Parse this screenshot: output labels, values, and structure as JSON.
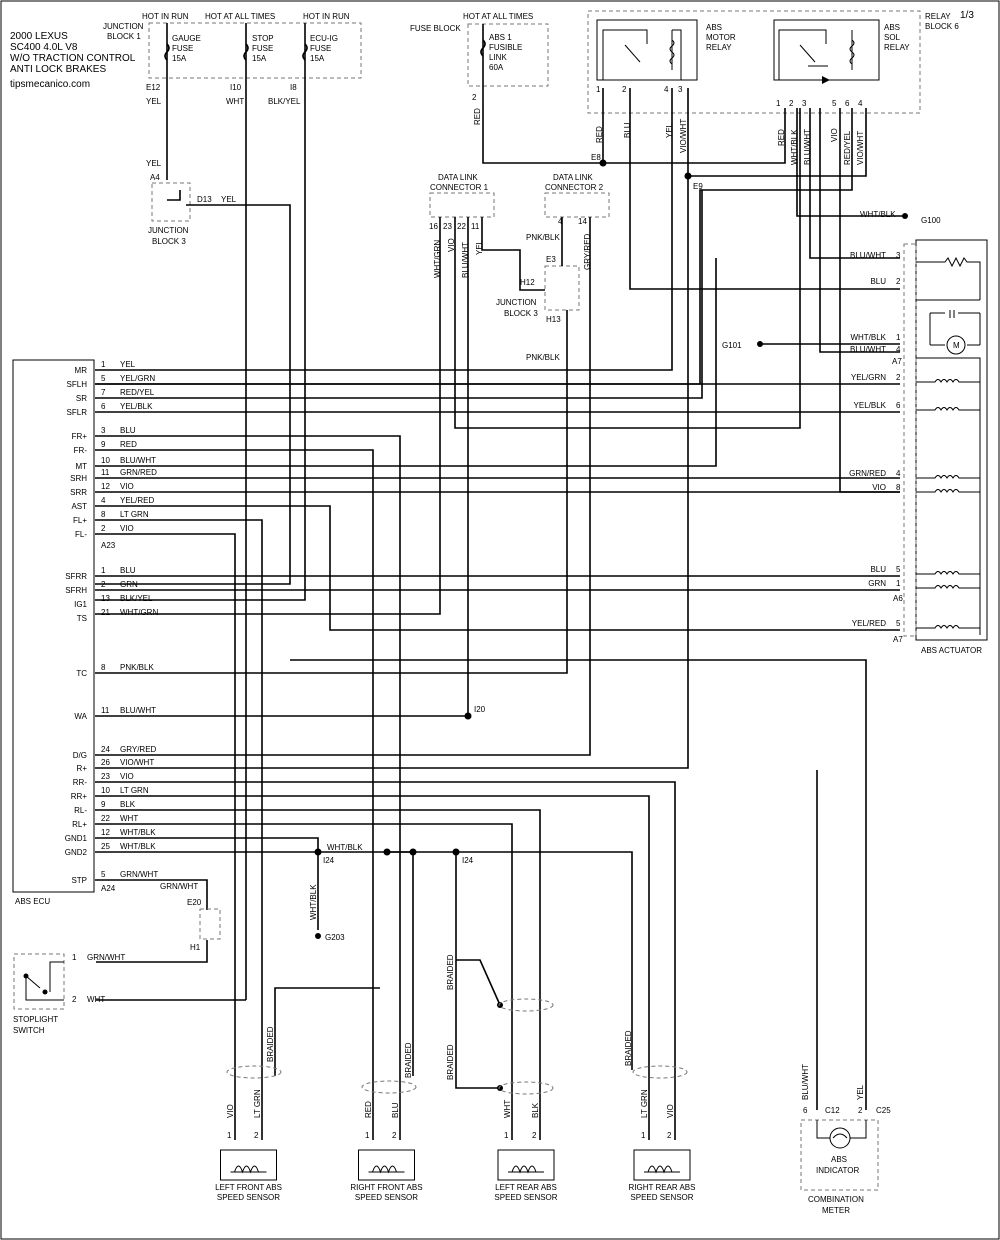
{
  "header": {
    "lines": [
      "2000 LEXUS",
      "SC400  4.0L  V8",
      "W/O  TRACTION CONTROL",
      "ANTI LOCK BRAKES",
      "tipsmecanico.com"
    ],
    "page": "1/3"
  },
  "top": {
    "jb1": [
      "JUNCTION",
      "BLOCK 1"
    ],
    "hot_run": "HOT IN RUN",
    "hot_all": "HOT AT ALL TIMES",
    "gauge_fuse": [
      "GAUGE",
      "FUSE",
      "15A"
    ],
    "stop_fuse": [
      "STOP",
      "FUSE",
      "15A"
    ],
    "ecuig_fuse": [
      "ECU-IG",
      "FUSE",
      "15A"
    ],
    "fuse_block": "FUSE BLOCK",
    "abs1_fuse": [
      "ABS 1",
      "FUSIBLE",
      "LINK",
      "60A"
    ],
    "relay_block": [
      "RELAY",
      "BLOCK 6"
    ],
    "motor_relay": [
      "ABS",
      "MOTOR",
      "RELAY"
    ],
    "sol_relay": [
      "ABS",
      "SOL",
      "RELAY"
    ],
    "motor_pins": [
      "1",
      "2",
      "4",
      "3"
    ],
    "sol_pins": [
      "1",
      "2",
      "3",
      "5",
      "6",
      "4"
    ],
    "e12": "E12",
    "i10": "I10",
    "i8": "I8",
    "yel": "YEL",
    "wht": "WHT",
    "blkyel": "BLK/YEL",
    "two": "2",
    "red": "RED",
    "e8": "E8",
    "e9": "E9",
    "relay_wires": [
      "RED",
      "BLU",
      "YEL",
      "VIO/WHT",
      "RED",
      "WHT/BLK",
      "BLU/WHT",
      "VIO",
      "RED/YEL",
      "VIO/WHT"
    ],
    "g100": "G100",
    "wht_blk": "WHT/BLK",
    "a4": "A4",
    "d13": "D13",
    "jb3": [
      "JUNCTION",
      "BLOCK 3"
    ],
    "dlc1": [
      "DATA LINK",
      "CONNECTOR 1"
    ],
    "dlc1_pins": [
      "16",
      "23",
      "22",
      "11"
    ],
    "dlc1_wires": [
      "WHT/GRN",
      "VIO",
      "BLU/WHT",
      "YEL"
    ],
    "dlc2": [
      "DATA LINK",
      "CONNECTOR 2"
    ],
    "dlc2_pins": [
      "4",
      "14"
    ],
    "pnk_blk": "PNK/BLK",
    "gry_red": "GRY/RED",
    "e3": "E3",
    "h12": "H12",
    "h13": "H13"
  },
  "ecu": {
    "name": "ABS ECU",
    "pins": [
      {
        "t": "MR",
        "n": "1",
        "c": "YEL"
      },
      {
        "t": "SFLH",
        "n": "5",
        "c": "YEL/GRN"
      },
      {
        "t": "SR",
        "n": "7",
        "c": "RED/YEL"
      },
      {
        "t": "SFLR",
        "n": "6",
        "c": "YEL/BLK"
      },
      {
        "t": "FR+",
        "n": "3",
        "c": "BLU"
      },
      {
        "t": "FR-",
        "n": "9",
        "c": "RED"
      },
      {
        "t": "MT",
        "n": "10",
        "c": "BLU/WHT"
      },
      {
        "t": "SRH",
        "n": "11",
        "c": "GRN/RED"
      },
      {
        "t": "SRR",
        "n": "12",
        "c": "VIO"
      },
      {
        "t": "AST",
        "n": "4",
        "c": "YEL/RED"
      },
      {
        "t": "FL+",
        "n": "8",
        "c": "LT GRN"
      },
      {
        "t": "FL-",
        "n": "2",
        "c": "VIO"
      },
      {
        "t": "SFRR",
        "n": "1",
        "c": "BLU"
      },
      {
        "t": "SFRH",
        "n": "2",
        "c": "GRN"
      },
      {
        "t": "IG1",
        "n": "13",
        "c": "BLK/YEL"
      },
      {
        "t": "TS",
        "n": "21",
        "c": "WHT/GRN"
      },
      {
        "t": "TC",
        "n": "8",
        "c": "PNK/BLK"
      },
      {
        "t": "WA",
        "n": "11",
        "c": "BLU/WHT"
      },
      {
        "t": "D/G",
        "n": "24",
        "c": "GRY/RED"
      },
      {
        "t": "R+",
        "n": "26",
        "c": "VIO/WHT"
      },
      {
        "t": "RR-",
        "n": "23",
        "c": "VIO"
      },
      {
        "t": "RR+",
        "n": "10",
        "c": "LT GRN"
      },
      {
        "t": "RL-",
        "n": "9",
        "c": "BLK"
      },
      {
        "t": "RL+",
        "n": "22",
        "c": "WHT"
      },
      {
        "t": "GND1",
        "n": "12",
        "c": "WHT/BLK"
      },
      {
        "t": "GND2",
        "n": "25",
        "c": "WHT/BLK"
      },
      {
        "t": "STP",
        "n": "5",
        "c": "GRN/WHT"
      }
    ],
    "connectors": [
      "A23",
      "A24"
    ]
  },
  "actuator": {
    "name": "ABS ACTUATOR",
    "wires": [
      {
        "c": "BLU/WHT",
        "n": "3"
      },
      {
        "c": "BLU",
        "n": "2"
      },
      {
        "c": "WHT/BLK",
        "n": "1"
      },
      {
        "c": "BLU/WHT",
        "n": "4"
      },
      {
        "c": "YEL/GRN",
        "n": "2"
      },
      {
        "c": "YEL/BLK",
        "n": "6"
      },
      {
        "c": "GRN/RED",
        "n": "4"
      },
      {
        "c": "VIO",
        "n": "8"
      },
      {
        "c": "BLU",
        "n": "5"
      },
      {
        "c": "GRN",
        "n": "1"
      },
      {
        "c": "YEL/RED",
        "n": "5"
      }
    ],
    "connectors": [
      "A7",
      "A7",
      "A6",
      "A7"
    ],
    "g101": "G101",
    "motor": "M"
  },
  "lower": {
    "i20": "I20",
    "i24a": "I24",
    "i24b": "I24",
    "wht_blk": "WHT/BLK",
    "g203": "G203",
    "grn_wht": "GRN/WHT",
    "e20": "E20",
    "h1": "H1",
    "stoplight": [
      "STOPLIGHT",
      "SWITCH"
    ],
    "sw_pins": [
      {
        "n": "1",
        "c": "GRN/WHT"
      },
      {
        "n": "2",
        "c": "WHT"
      }
    ],
    "braided": "BRAIDED"
  },
  "sensors": [
    {
      "name": [
        "LEFT FRONT ABS",
        "SPEED SENSOR"
      ],
      "w1": "VIO",
      "w2": "LT GRN"
    },
    {
      "name": [
        "RIGHT FRONT ABS",
        "SPEED SENSOR"
      ],
      "w1": "RED",
      "w2": "BLU"
    },
    {
      "name": [
        "LEFT REAR ABS",
        "SPEED SENSOR"
      ],
      "w1": "WHT",
      "w2": "BLK"
    },
    {
      "name": [
        "RIGHT REAR ABS",
        "SPEED SENSOR"
      ],
      "w1": "LT GRN",
      "w2": "VIO"
    }
  ],
  "meter": {
    "name": [
      "COMBINATION",
      "METER"
    ],
    "indicator": [
      "ABS",
      "INDICATOR"
    ],
    "c12": "C12",
    "c25": "C25",
    "p6": "6",
    "p2": "2",
    "blu_wht": "BLU/WHT",
    "yel": "YEL"
  },
  "sensor_pins": [
    "1",
    "2"
  ]
}
